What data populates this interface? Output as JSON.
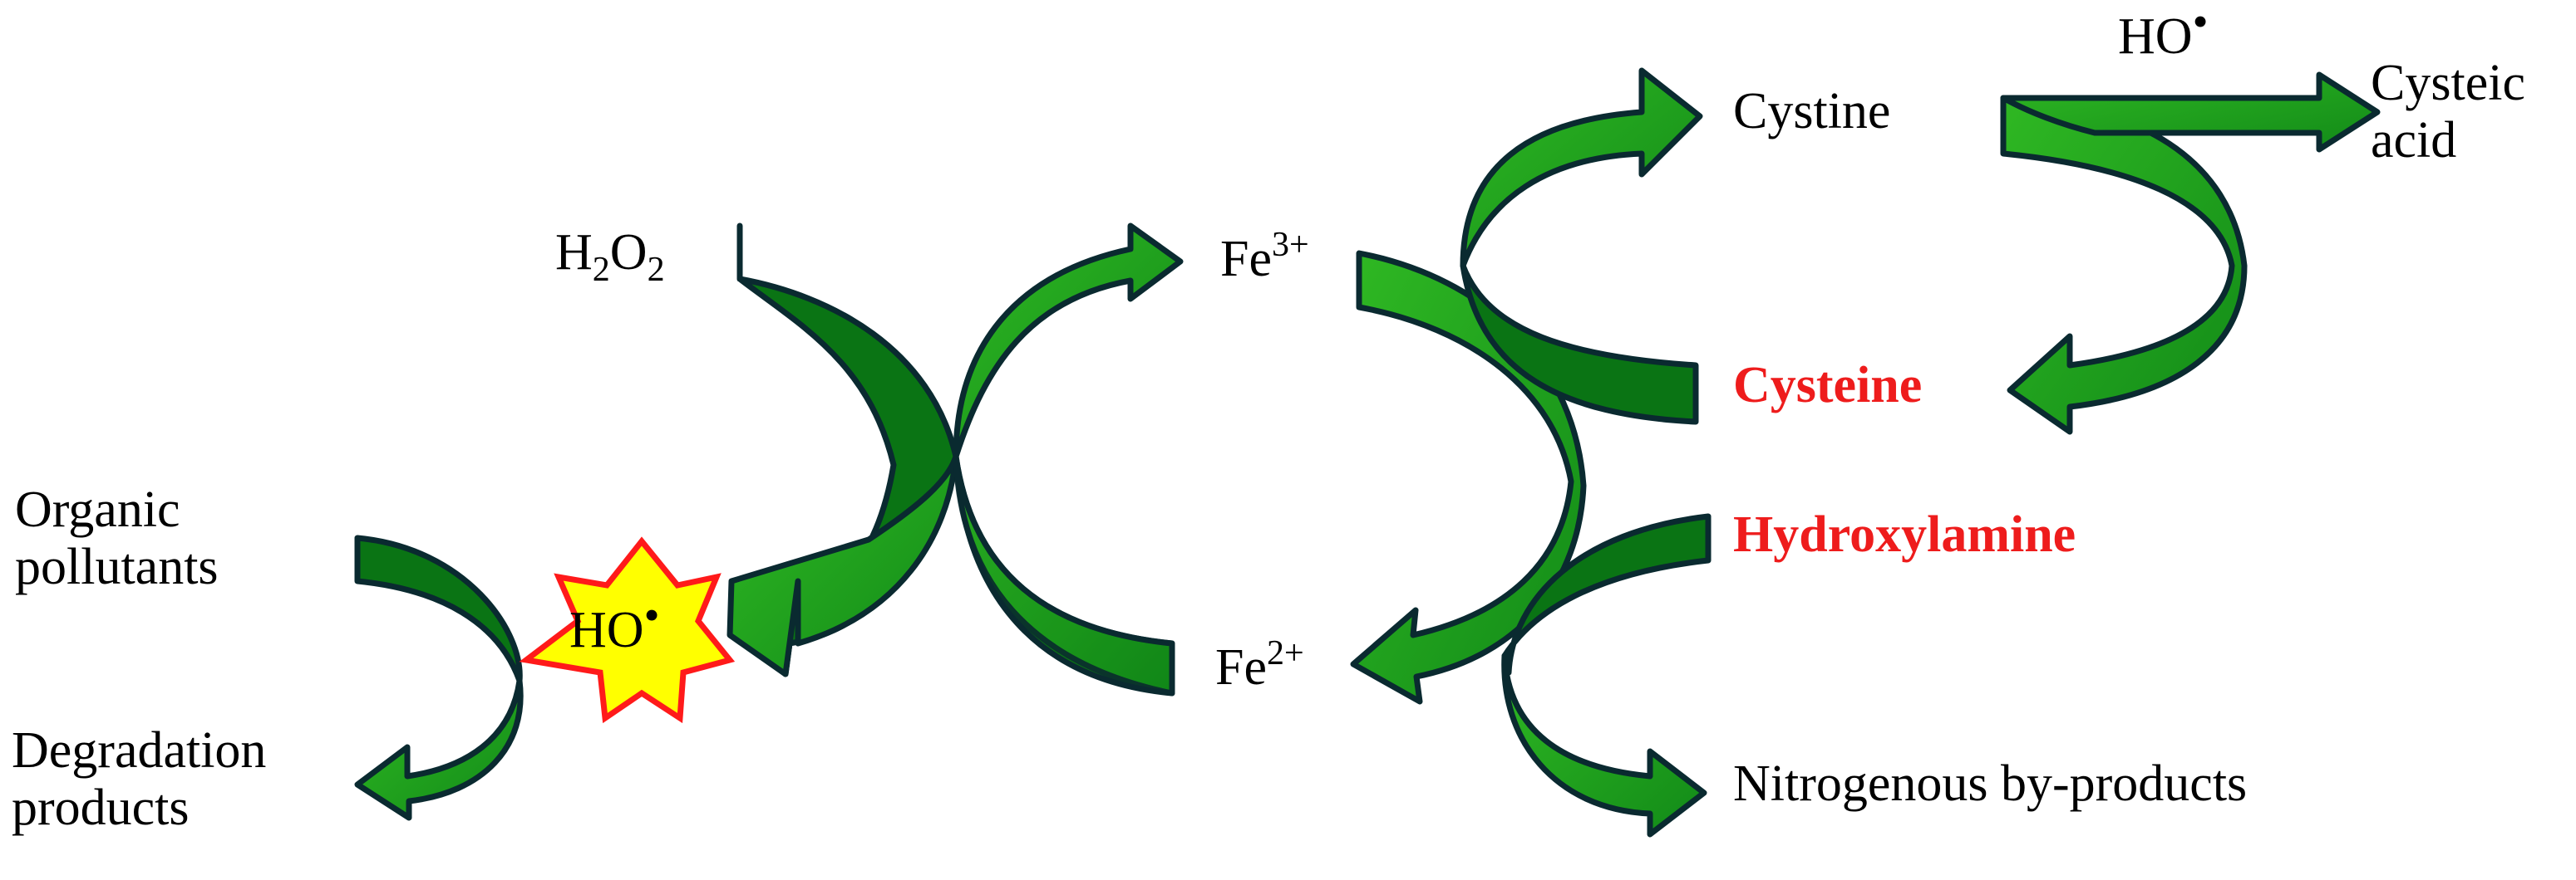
{
  "labels": {
    "h2o2": {
      "base": "H",
      "sub1": "2",
      "mid": "O",
      "sub2": "2"
    },
    "fe3": {
      "base": "Fe",
      "sup": "3+"
    },
    "fe2": {
      "base": "Fe",
      "sup": "2+"
    },
    "cystine": "Cystine",
    "cysteic_acid": [
      "Cysteic",
      "acid"
    ],
    "ho_radical_top": {
      "text": "HO",
      "dot": "•"
    },
    "ho_radical_star": {
      "text": "HO",
      "dot": "•"
    },
    "cysteine": "Cysteine",
    "hydroxylamine": "Hydroxylamine",
    "organic_pollutants": [
      "Organic",
      "pollutants"
    ],
    "degradation_products": [
      "Degradation",
      "products"
    ],
    "nitrogenous": "Nitrogenous by-products"
  },
  "colors": {
    "arrow_light": "#1f9e17",
    "arrow_dark": "#0a7414",
    "arrow_outline": "#0a2a30",
    "highlight_red": "#ee1c1c",
    "star_fill": "#ffff00",
    "star_outline": "#ff1a1a"
  }
}
